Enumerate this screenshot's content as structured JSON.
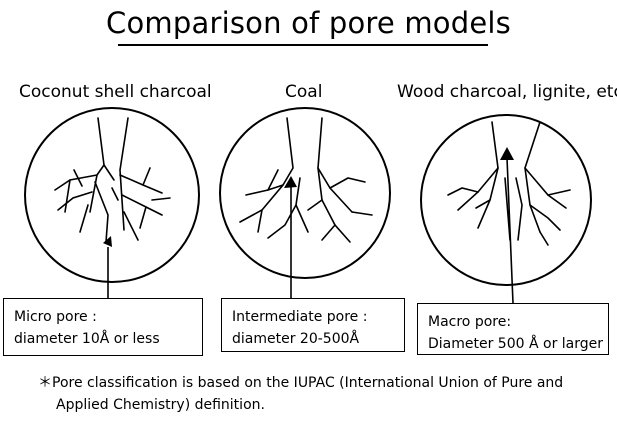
{
  "title": "Comparison of pore models",
  "models": [
    {
      "label": "Coconut shell charcoal",
      "box_line1": "Micro pore :",
      "box_line2": "diameter 10Å or less"
    },
    {
      "label": "Coal",
      "box_line1": "Intermediate pore :",
      "box_line2": "diameter 20-500Å"
    },
    {
      "label": "Wood charcoal, lignite, etc.",
      "box_line1": "Macro pore:",
      "box_line2": "Diameter 500 Å or larger"
    }
  ],
  "footnote": {
    "marker": "＊",
    "line1": "Pore classification is based on the IUPAC (International Union of Pure and",
    "line2": "Applied Chemistry) definition."
  }
}
